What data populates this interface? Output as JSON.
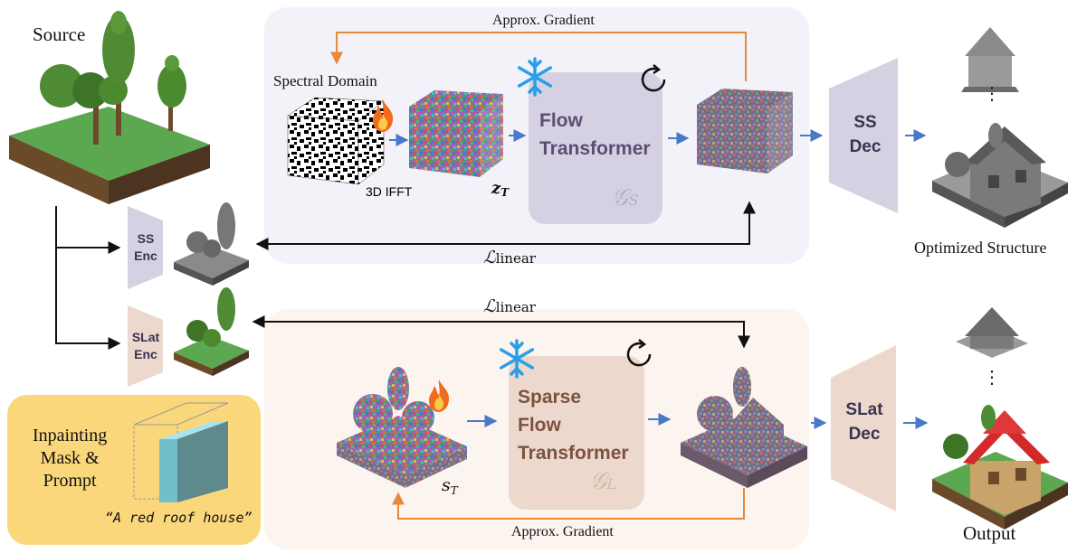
{
  "labels": {
    "source": "Source",
    "spectral_domain": "Spectral Domain",
    "ifft": "3D IFFT",
    "z_t": "z",
    "z_t_sub": "T",
    "s_t": "s",
    "s_t_sub": "T",
    "approx_gradient_top": "Approx. Gradient",
    "approx_gradient_bottom": "Approx. Gradient",
    "loss_top": "ℒ",
    "loss_top_sub": "linear",
    "loss_bottom": "ℒ",
    "loss_bottom_sub": "linear",
    "optimized_structure": "Optimized Structure",
    "output": "Output",
    "vertical_dots": "⋮"
  },
  "blocks": {
    "flow_transformer_line1": "Flow",
    "flow_transformer_line2": "Transformer",
    "flow_transformer_symbol": "𝒢",
    "flow_transformer_symbol_sub": "S",
    "sparse_flow_line1": "Sparse",
    "sparse_flow_line2": "Flow",
    "sparse_flow_line3": "Transformer",
    "sparse_flow_symbol": "𝒢",
    "sparse_flow_symbol_sub": "L",
    "ss_enc_line1": "SS",
    "ss_enc_line2": "Enc",
    "slat_enc_line1": "SLat",
    "slat_enc_line2": "Enc",
    "ss_dec_line1": "SS",
    "ss_dec_line2": "Dec",
    "slat_dec_line1": "SLat",
    "slat_dec_line2": "Dec"
  },
  "inpainting": {
    "line1": "Inpainting",
    "line2": "Mask &",
    "line3": "Prompt",
    "prompt": "“A red roof house”"
  },
  "icons": [
    "snowflake-icon",
    "fire-icon",
    "refresh-icon"
  ],
  "colors": {
    "gradient_arrow": "#e8883a",
    "data_arrow": "#4a78c8",
    "top_panel": "#f4f2f9",
    "bottom_panel": "#fcf4ef",
    "ss_block": "#d6d1e2",
    "slat_block": "#ecd8cc",
    "yellow_box": "#fbd77c"
  }
}
